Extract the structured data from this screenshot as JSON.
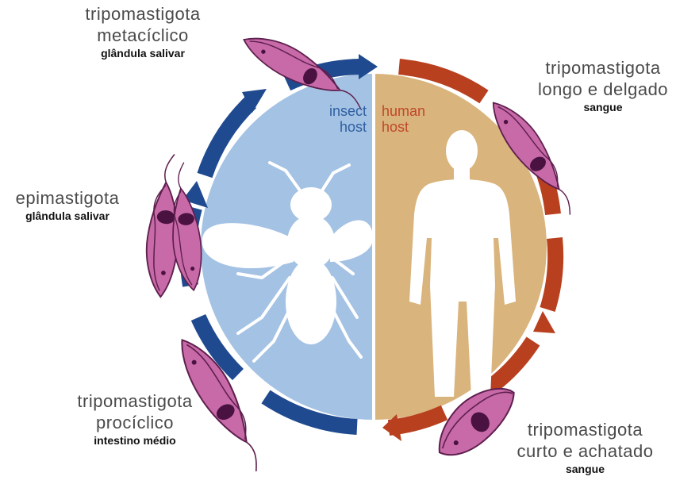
{
  "hosts": {
    "insect": {
      "line1": "insect",
      "line2": "host",
      "color": "#2f5fa0"
    },
    "human": {
      "line1": "human",
      "line2": "host",
      "color": "#c0492a"
    }
  },
  "stages": [
    {
      "id": "metacyclic",
      "name_line1": "tripomastigota",
      "name_line2": "metacíclico",
      "location": "glândula salivar"
    },
    {
      "id": "long-slender",
      "name_line1": "tripomastigota",
      "name_line2": "longo e delgado",
      "location": "sangue"
    },
    {
      "id": "epimastigote",
      "name_line1": "epimastigota",
      "name_line2": "",
      "location": "glândula salivar"
    },
    {
      "id": "procyclic",
      "name_line1": "tripomastigota",
      "name_line2": "procíclico",
      "location": "intestino médio"
    },
    {
      "id": "short-stumpy",
      "name_line1": "tripomastigota",
      "name_line2": "curto e achatado",
      "location": "sangue"
    }
  ],
  "colors": {
    "insect_fill": "#a4c2e3",
    "human_fill": "#d9b47c",
    "insect_arrow": "#1f4a8f",
    "human_arrow": "#b8401f",
    "parasite_body": "#c86aa8",
    "parasite_outline": "#5e1f4e",
    "nucleus": "#4a1240"
  },
  "icons": [
    "fly-silhouette",
    "human-silhouette",
    "trypanosome-icon"
  ]
}
